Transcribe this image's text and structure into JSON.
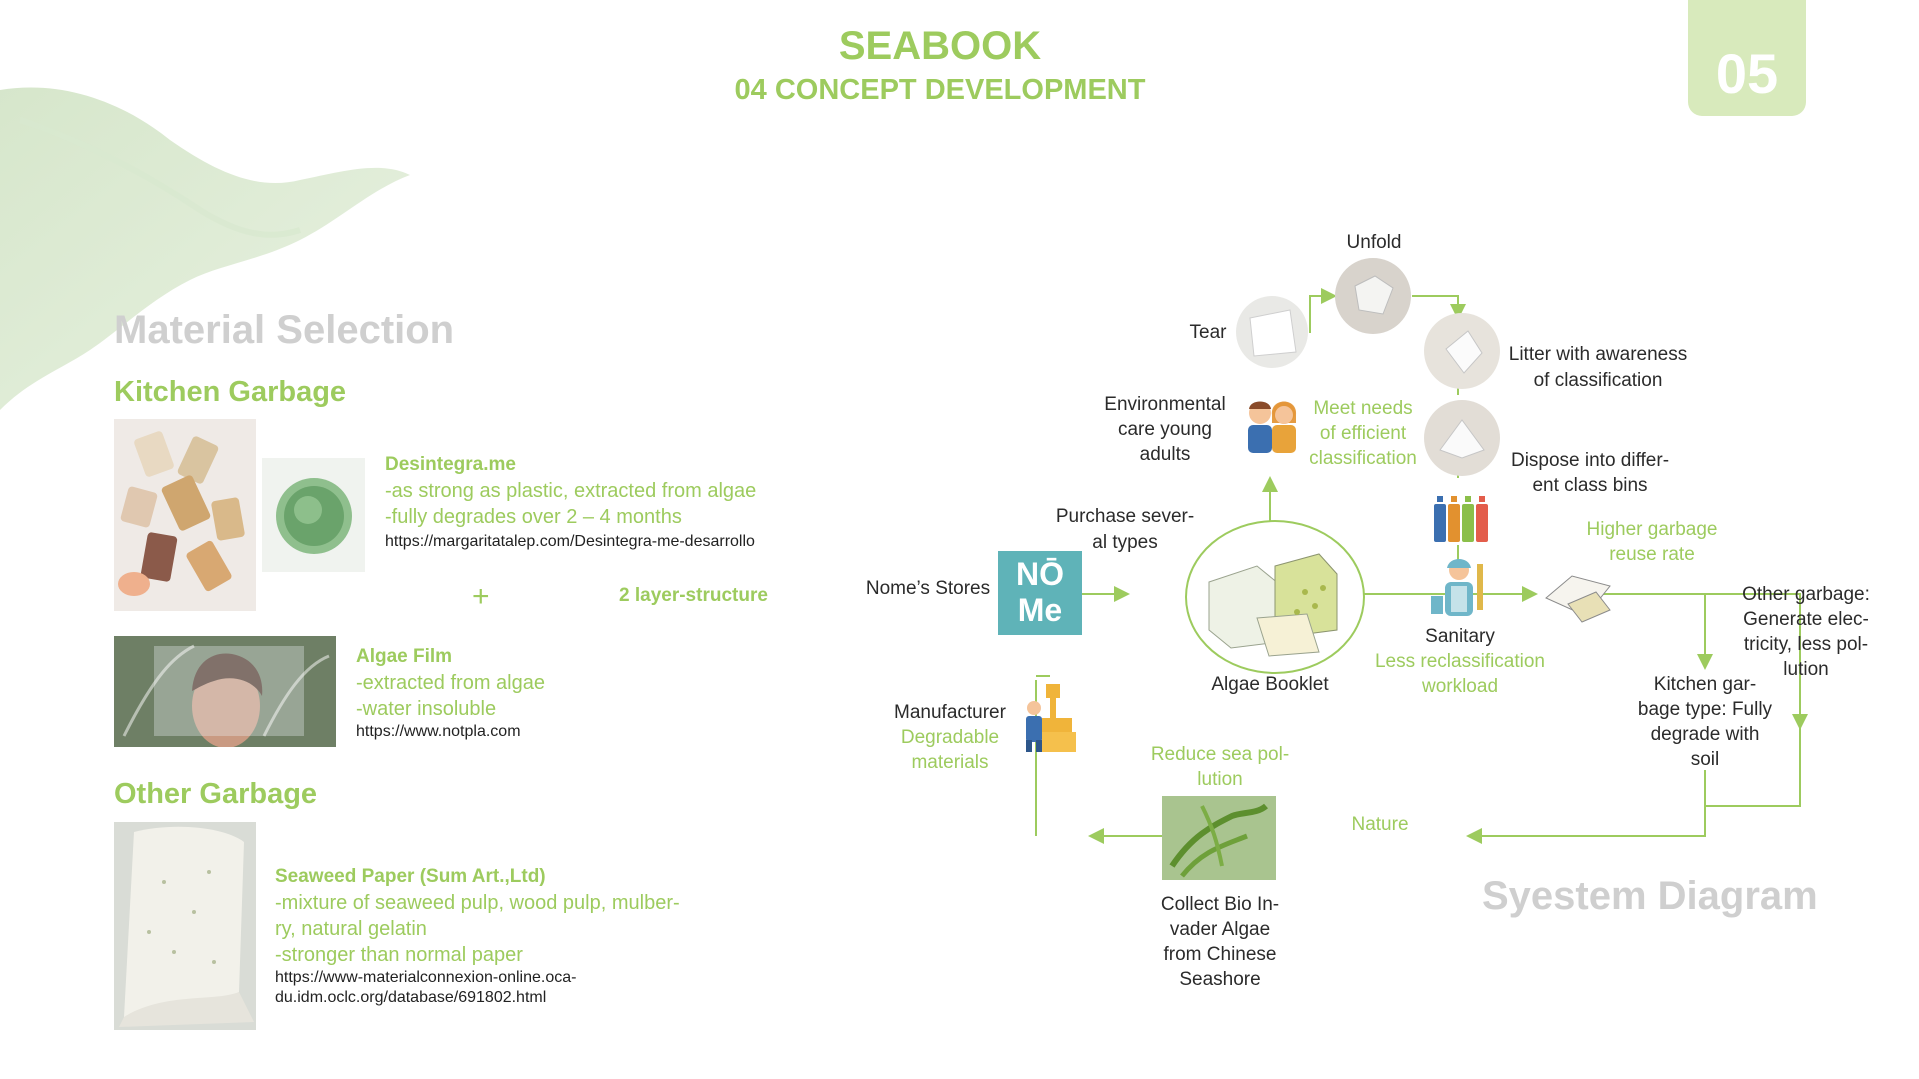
{
  "header": {
    "title": "SEABOOK",
    "subtitle": "04 CONCEPT DEVELOPMENT",
    "page_number": "05"
  },
  "material_selection": {
    "title": "Material Selection",
    "kitchen_garbage": {
      "title": "Kitchen Garbage",
      "desintegra": {
        "name": "Desintegra.me",
        "line1": "-as strong as plastic, extracted from algae",
        "line2": "-fully degrades over 2 – 4 months",
        "url": "https://margaritatalep.com/Desintegra-me-desarrollo"
      },
      "plus": "+",
      "layer_structure": "2 layer-structure",
      "algae_film": {
        "name": "Algae Film",
        "line1": "-extracted from algae",
        "line2": "-water insoluble",
        "url": "https://www.notpla.com"
      }
    },
    "other_garbage": {
      "title": "Other Garbage",
      "seaweed_paper": {
        "name": "Seaweed Paper (Sum Art.,Ltd)",
        "line1": "-mixture of seaweed pulp, wood pulp, mulber-",
        "line2": "ry, natural gelatin",
        "line3": "-stronger than normal paper",
        "url1": "https://www-materialconnexion-online.oca-",
        "url2": "du.idm.oclc.org/database/691802.html"
      }
    }
  },
  "system_diagram": {
    "title": "Syestem Diagram",
    "unfold": "Unfold",
    "tear": "Tear",
    "litter_1": "Litter with awareness",
    "litter_2": "of classification",
    "env_1": "Environmental",
    "env_2": "care young",
    "env_3": "adults",
    "meet_1": "Meet needs",
    "meet_2": "of efficient",
    "meet_3": "classification",
    "dispose_1": "Dispose into differ-",
    "dispose_2": "ent class bins",
    "purchase_1": "Purchase sever-",
    "purchase_2": "al types",
    "higher_1": "Higher garbage",
    "higher_2": "reuse rate",
    "other_1": "Other garbage:",
    "other_2": "Generate elec-",
    "other_3": "tricity, less pol-",
    "other_4": "lution",
    "nome_stores": "Nome’s Stores",
    "nome_logo_top": "NŌ",
    "nome_logo_bottom": "Me",
    "sanitary": "Sanitary",
    "less_1": "Less reclassification",
    "less_2": "workload",
    "algae_booklet": "Algae Booklet",
    "kitchen_1": "Kitchen gar-",
    "kitchen_2": "bage type: Fully",
    "kitchen_3": "degrade with",
    "kitchen_4": "soil",
    "manufacturer": "Manufacturer",
    "degradable_1": "Degradable",
    "degradable_2": "materials",
    "reduce_1": "Reduce sea pol-",
    "reduce_2": "lution",
    "nature": "Nature",
    "collect_1": "Collect Bio In-",
    "collect_2": "vader Algae",
    "collect_3": "from Chinese",
    "collect_4": "Seashore"
  },
  "colors": {
    "accent_green": "#9dcb5e",
    "page_tab": "#d8eabc",
    "nome_teal": "#5fb3b8"
  }
}
